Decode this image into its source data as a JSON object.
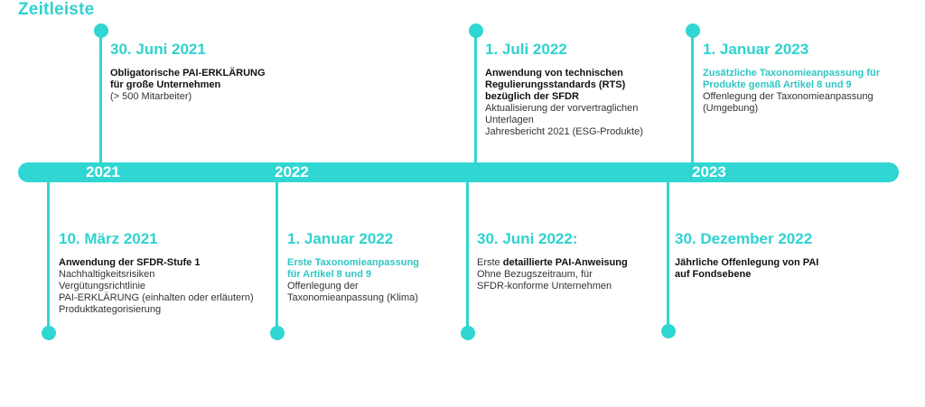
{
  "title": "Zeitleiste",
  "years": [
    "2021",
    "2022",
    "2023"
  ],
  "events": {
    "e1": {
      "date": "30. Juni 2021",
      "bold": [
        "Obligatorische PAI-ERKLÄRUNG",
        "für große Unternehmen"
      ],
      "normal": [
        "(> 500 Mitarbeiter)"
      ]
    },
    "e2": {
      "date": "1. Juli 2022",
      "bold": [
        "Anwendung von technischen",
        "Regulierungsstandards (RTS)",
        "bezüglich der SFDR"
      ],
      "normal": [
        "Aktualisierung der vorvertraglichen",
        "Unterlagen",
        "Jahresbericht 2021 (ESG-Produkte)"
      ]
    },
    "e3": {
      "date": "1. Januar 2023",
      "accent": [
        "Zusätzliche Taxonomieanpassung für",
        "Produkte gemäß Artikel 8 und 9"
      ],
      "normal": [
        "Offenlegung der Taxonomieanpassung",
        "(Umgebung)"
      ]
    },
    "e4": {
      "date": "10. März 2021",
      "bold": [
        "Anwendung der SFDR-Stufe 1"
      ],
      "normal": [
        "Nachhaltigkeitsrisiken",
        "Vergütungsrichtlinie",
        "PAI-ERKLÄRUNG (einhalten oder erläutern)",
        "Produktkategorisierung"
      ]
    },
    "e5": {
      "date": "1. Januar 2022",
      "accent": [
        "Erste Taxonomieanpassung",
        "für Artikel 8 und 9"
      ],
      "normal": [
        "Offenlegung der",
        "Taxonomieanpassung (Klima)"
      ]
    },
    "e6": {
      "date": "30. Juni 2022:",
      "line1_prefix": "Erste ",
      "line1_bold": "detaillierte PAI-Anweisung",
      "normal": [
        "Ohne Bezugszeitraum, für",
        "SFDR-konforme Unternehmen"
      ]
    },
    "e7": {
      "date": "30. Dezember 2022",
      "bold": [
        "Jährliche Offenlegung von PAI",
        "auf Fondsebene"
      ]
    }
  }
}
